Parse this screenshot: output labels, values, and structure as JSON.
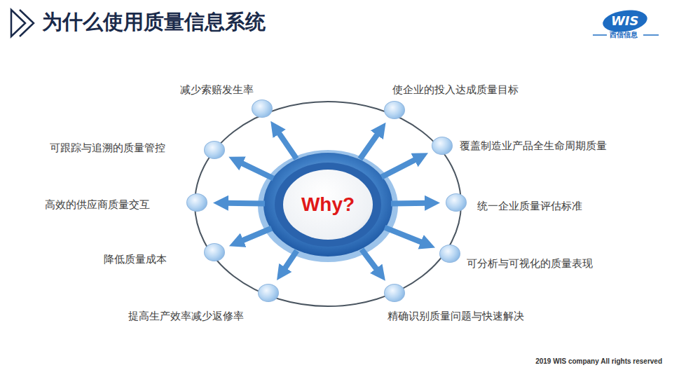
{
  "diagram": {
    "title": "为什么使用质量信息系统",
    "nodes": [
      {
        "text": [
          "Why?"
        ]
      },
      {
        "text": [
          "减少索赔发生率"
        ]
      },
      {
        "text": [
          "使企业的投入达成质量目标"
        ]
      },
      {
        "text": [
          "可跟踪与追溯的质量管控"
        ]
      },
      {
        "text": [
          "覆盖制造业产品全生命周期质量"
        ]
      },
      {
        "text": [
          "高效的供应商质量交互"
        ]
      },
      {
        "text": [
          "统一企业质量评估标准"
        ]
      },
      {
        "text": [
          "降低质量成本"
        ]
      },
      {
        "text": [
          "可分析与可视化的质量表现"
        ]
      },
      {
        "text": [
          "提高生产效率减少返修率"
        ]
      },
      {
        "text": [
          "精确识别质量问题与快速解决"
        ]
      }
    ],
    "edges": [
      {
        "from": 0,
        "to": 1,
        "arrow": "to"
      },
      {
        "from": 0,
        "to": 2,
        "arrow": "to"
      },
      {
        "from": 0,
        "to": 3,
        "arrow": "to"
      },
      {
        "from": 0,
        "to": 4,
        "arrow": "to"
      },
      {
        "from": 0,
        "to": 5,
        "arrow": "to"
      },
      {
        "from": 0,
        "to": 6,
        "arrow": "to"
      },
      {
        "from": 0,
        "to": 7,
        "arrow": "to"
      },
      {
        "from": 0,
        "to": 8,
        "arrow": "to"
      },
      {
        "from": 0,
        "to": 9,
        "arrow": "to"
      },
      {
        "from": 0,
        "to": 10,
        "arrow": "to"
      }
    ],
    "labels": [
      "WIS",
      "西信信息",
      "2019 WIS company All rights reserved"
    ]
  }
}
